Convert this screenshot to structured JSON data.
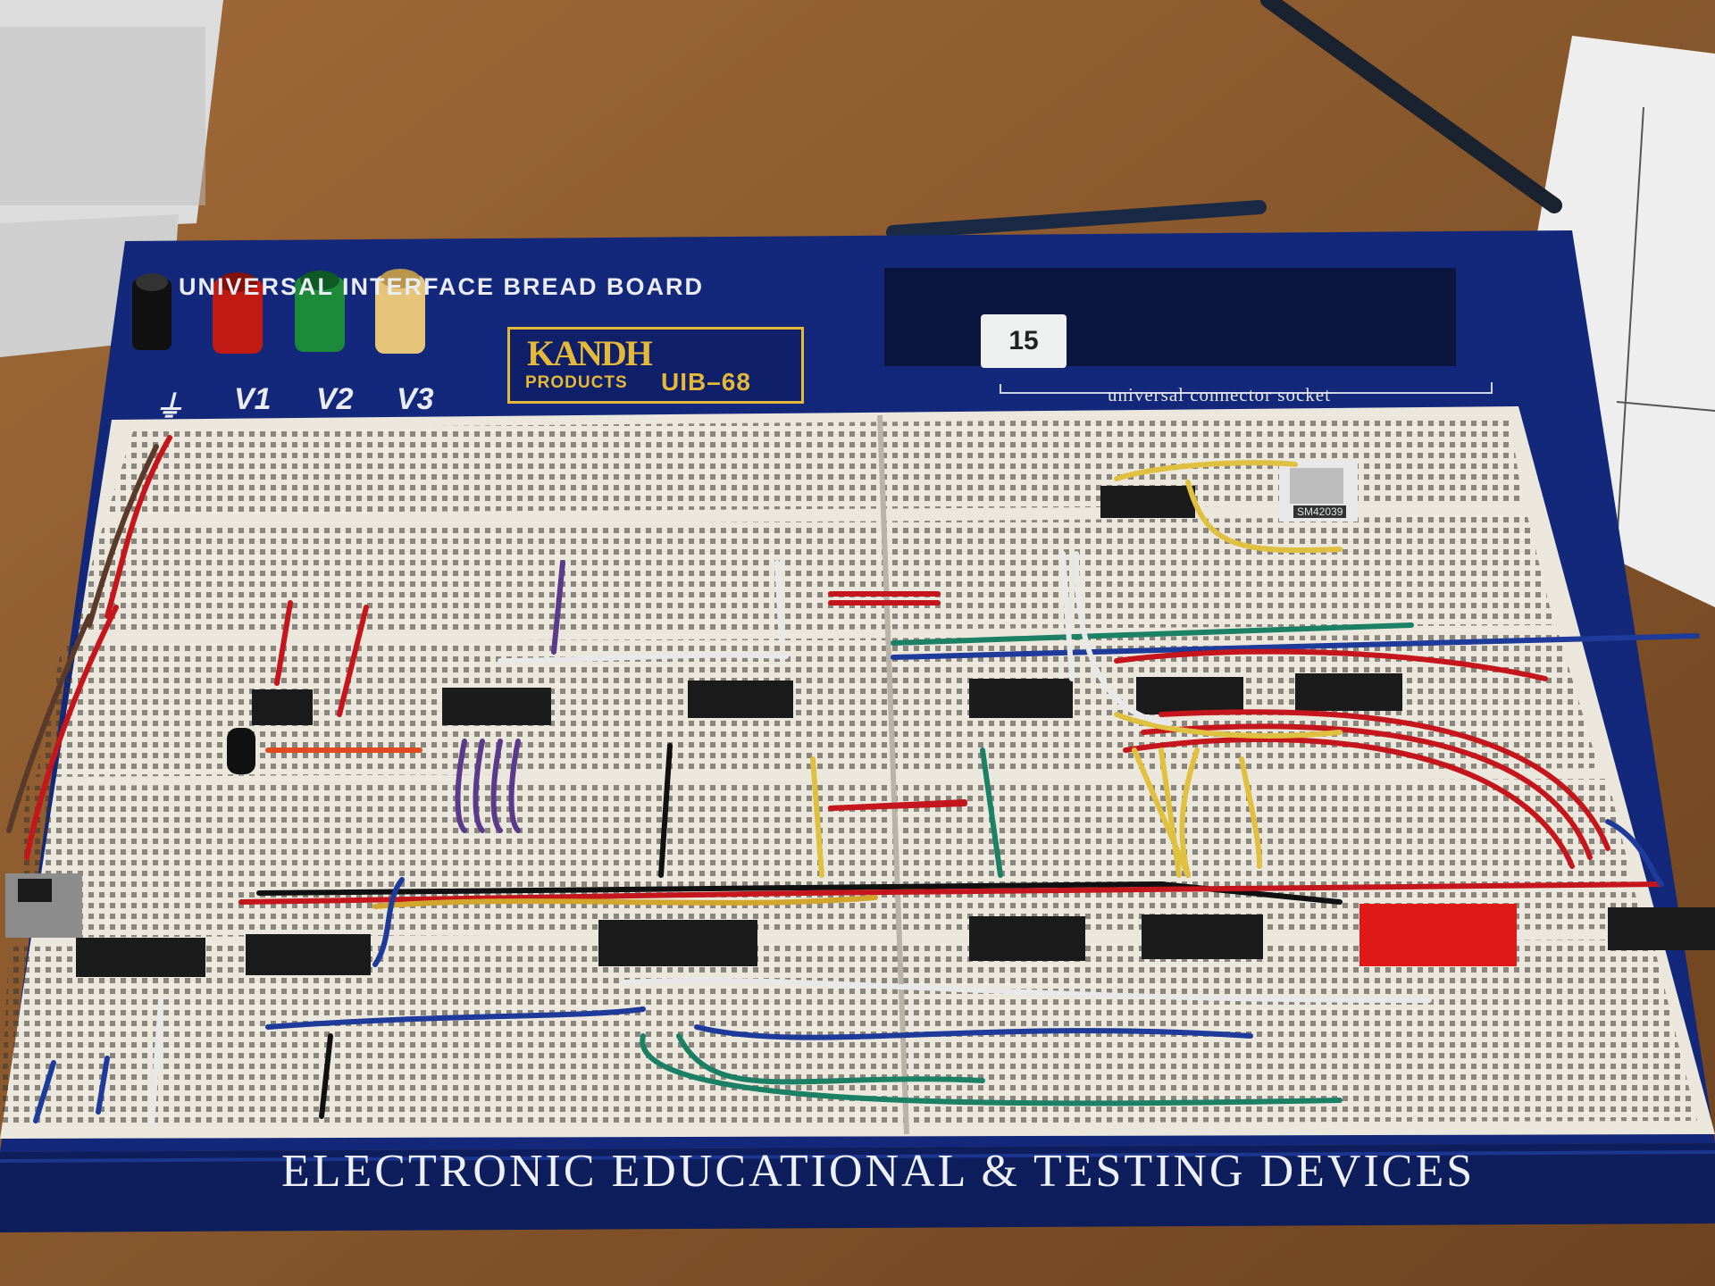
{
  "photo": {
    "board_title": "UNIVERSAL INTERFACE BREAD BOARD",
    "power_terminals": [
      {
        "label": "⏚",
        "color": "#111111"
      },
      {
        "label": "V1",
        "color": "#c01a12"
      },
      {
        "label": "V2",
        "color": "#1d8a3a"
      },
      {
        "label": "V3",
        "color": "#e6c57a"
      }
    ],
    "logo": {
      "mark": "KANDH",
      "subtitle": "PRODUCTS",
      "model": "UIB–68"
    },
    "connector_label": "universal connector socket",
    "label_chip_text": "15",
    "display_part_label": "SM42039",
    "footer_text": "ELECTRONIC EDUCATIONAL & TESTING DEVICES",
    "colors": {
      "board_blue": "#13287a",
      "breadboard_white": "#ece7dc",
      "desk_wood": "#8a5a2e",
      "logo_gold": "#e4b838"
    }
  }
}
